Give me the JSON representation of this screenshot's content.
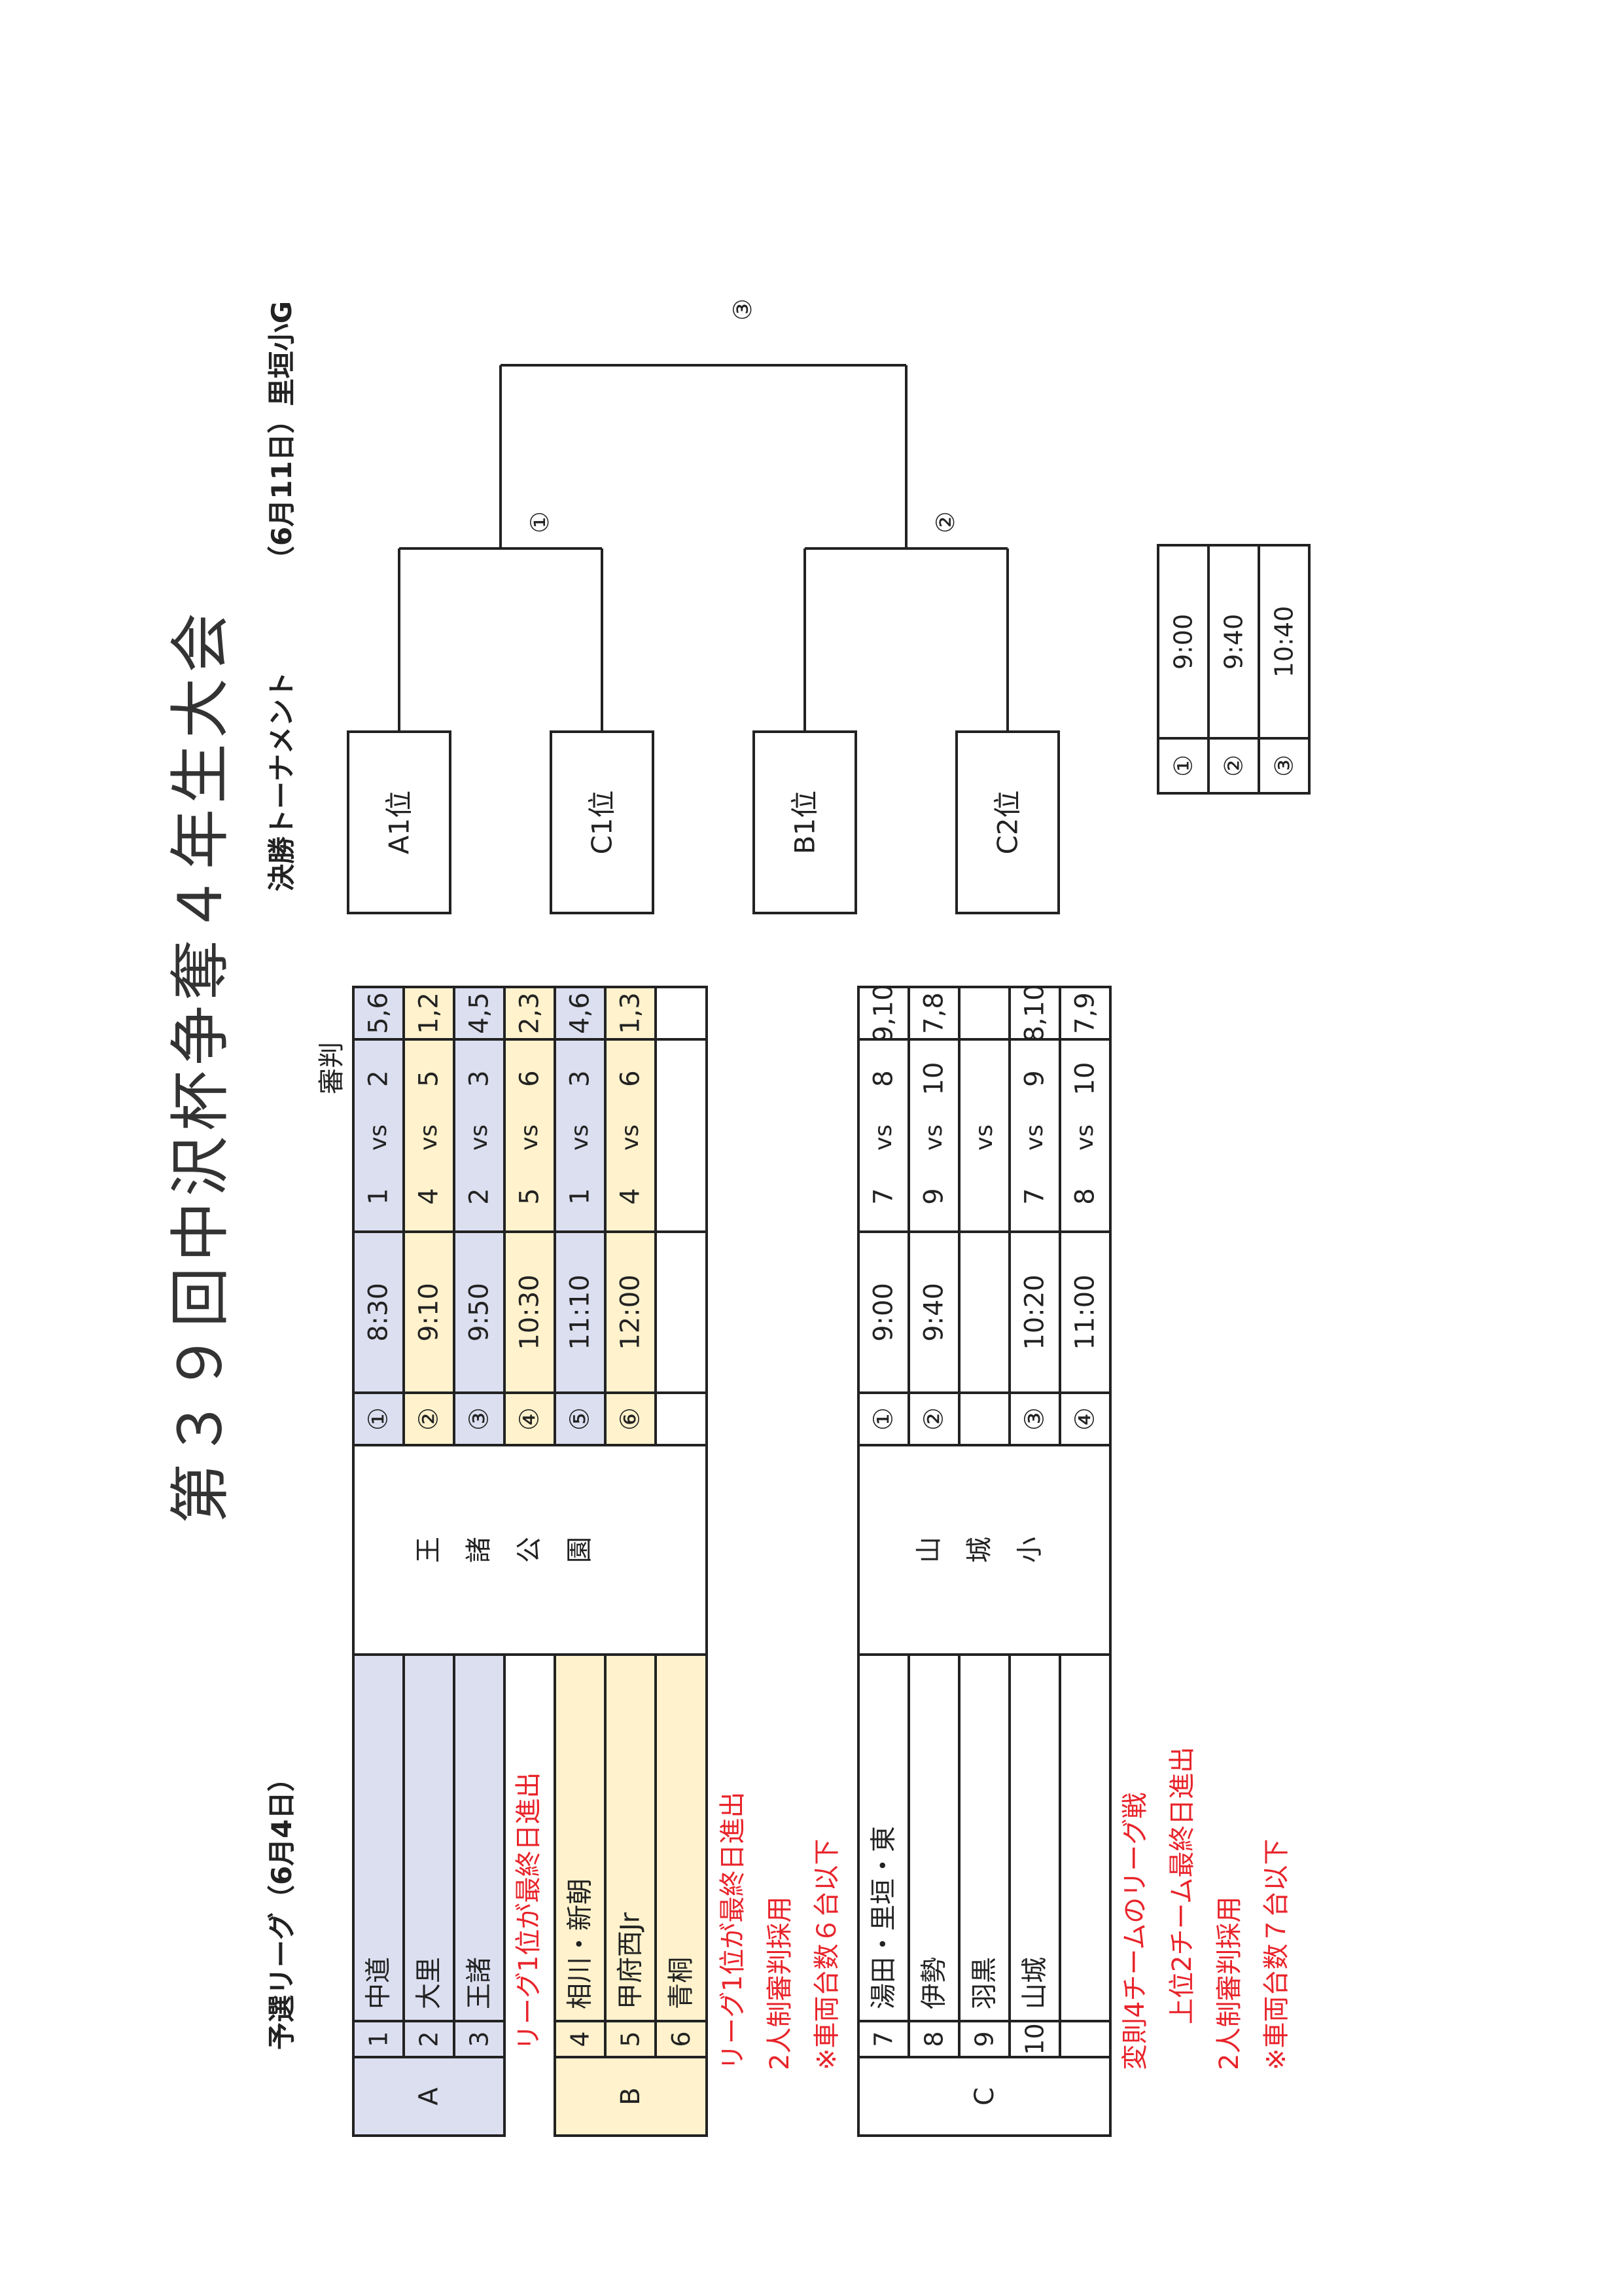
{
  "title": "第３９回中沢杯争奪４年生大会",
  "colors": {
    "groupA": "#dcdff0",
    "groupB": "#fff2cc",
    "text": "#222222",
    "note": "#e8242b"
  },
  "prelim": {
    "heading": "予選リーグ（6月4日）",
    "referee_header": "審判",
    "vs": "vs",
    "venue1": {
      "chars": [
        "王",
        "諸",
        "公",
        "園"
      ]
    },
    "venue2": {
      "chars": [
        "山",
        "城",
        "小"
      ]
    },
    "groupA": {
      "label": "A",
      "teams": [
        {
          "no": "1",
          "name": "中道"
        },
        {
          "no": "2",
          "name": "大里"
        },
        {
          "no": "3",
          "name": "王諸"
        }
      ]
    },
    "groupA_note": "リーグ1位が最終日進出",
    "groupB": {
      "label": "B",
      "teams": [
        {
          "no": "4",
          "name": "相川・新朝"
        },
        {
          "no": "5",
          "name": "甲府西Jr"
        },
        {
          "no": "6",
          "name": "青桐"
        }
      ]
    },
    "groupB_notes": [
      "リーグ1位が最終日進出",
      "2人制審判採用",
      "※車両台数６台以下"
    ],
    "groupC": {
      "label": "C",
      "teams": [
        {
          "no": "7",
          "name": "湯田・里垣・東"
        },
        {
          "no": "8",
          "name": "伊勢"
        },
        {
          "no": "9",
          "name": "羽黒"
        },
        {
          "no": "10",
          "name": "山城"
        }
      ]
    },
    "groupC_notes": [
      "変則4チームのリーグ戦",
      "上位2チーム最終日進出",
      "2人制審判採用",
      "※車両台数７台以下"
    ],
    "matches_venue1": [
      {
        "no": "①",
        "time": "8:30",
        "home": "1",
        "away": "2",
        "ref": "5,6",
        "group": "A"
      },
      {
        "no": "②",
        "time": "9:10",
        "home": "4",
        "away": "5",
        "ref": "1,2",
        "group": "B"
      },
      {
        "no": "③",
        "time": "9:50",
        "home": "2",
        "away": "3",
        "ref": "4,5",
        "group": "A"
      },
      {
        "no": "④",
        "time": "10:30",
        "home": "5",
        "away": "6",
        "ref": "2,3",
        "group": "B"
      },
      {
        "no": "⑤",
        "time": "11:10",
        "home": "1",
        "away": "3",
        "ref": "4,6",
        "group": "A"
      },
      {
        "no": "⑥",
        "time": "12:00",
        "home": "4",
        "away": "6",
        "ref": "1,3",
        "group": "B"
      },
      {
        "no": "",
        "time": "",
        "home": "",
        "away": "",
        "ref": "",
        "group": ""
      }
    ],
    "matches_venue2": [
      {
        "no": "①",
        "time": "9:00",
        "home": "7",
        "away": "8",
        "ref": "9,10"
      },
      {
        "no": "②",
        "time": "9:40",
        "home": "9",
        "away": "10",
        "ref": "7,8"
      },
      {
        "no": "",
        "time": "",
        "home": "",
        "away": "",
        "ref": "",
        "vs": "vs"
      },
      {
        "no": "③",
        "time": "10:20",
        "home": "7",
        "away": "9",
        "ref": "8,10"
      },
      {
        "no": "④",
        "time": "11:00",
        "home": "8",
        "away": "10",
        "ref": "7,9"
      }
    ]
  },
  "final": {
    "heading": "決勝トーナメント",
    "date_venue": "（6月11日）里垣小G",
    "seeds": [
      "A1位",
      "C1位",
      "B1位",
      "C2位"
    ],
    "match_marks": [
      "①",
      "②",
      "③"
    ],
    "schedule": [
      {
        "no": "①",
        "time": "9:00"
      },
      {
        "no": "②",
        "time": "9:40"
      },
      {
        "no": "③",
        "time": "10:40"
      }
    ]
  }
}
